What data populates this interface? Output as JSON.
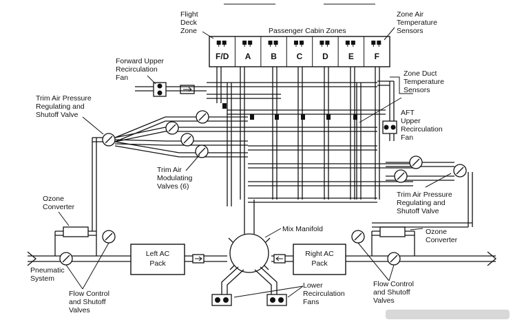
{
  "labels": {
    "flight_deck_zone": [
      "Flight",
      "Deck",
      "Zone"
    ],
    "passenger_cabin_zones": "Passenger Cabin Zones",
    "zone_air_temperature_sensors": [
      "Zone Air",
      "Temperature",
      "Sensors"
    ],
    "forward_upper_recirculation_fan": [
      "Forward Upper",
      "Recirculation",
      "Fan"
    ],
    "zone_duct_temperature_sensors": [
      "Zone Duct",
      "Temperature",
      "Sensors"
    ],
    "trim_air_prsov_left": [
      "Trim Air Pressure",
      "Regulating and",
      "Shutoff Valve"
    ],
    "aft_upper_recirculation_fan": [
      "AFT",
      "Upper",
      "Recirculation",
      "Fan"
    ],
    "trim_air_modulating_valves": [
      "Trim Air",
      "Modulating",
      "Valves (6)"
    ],
    "trim_air_prsov_right": [
      "Trim Air Pressure",
      "Regulating and",
      "Shutoff Valve"
    ],
    "ozone_converter_left": [
      "Ozone",
      "Converter"
    ],
    "mix_manifold": "Mix Manifold",
    "ozone_converter_right": [
      "Ozone",
      "Converter"
    ],
    "left_ac_pack": [
      "Left AC",
      "Pack"
    ],
    "right_ac_pack": [
      "Right AC",
      "Pack"
    ],
    "pneumatic_system": [
      "Pneumatic",
      "System"
    ],
    "flow_control_left": [
      "Flow Control",
      "and Shutoff",
      "Valves"
    ],
    "lower_recirculation_fans": [
      "Lower",
      "Recirculation",
      "Fans"
    ],
    "flow_control_right": [
      "Flow Control",
      "and Shutoff",
      "Valves"
    ]
  },
  "zones": [
    "F/D",
    "A",
    "B",
    "C",
    "D",
    "E",
    "F"
  ],
  "icons": {
    "fan": "fan-icon",
    "valve": "butterfly-valve-icon",
    "sensor": "temperature-sensor-icon",
    "flow_arrow": "flow-arrow-icon"
  },
  "colors": {
    "line": "#111111",
    "background": "#ffffff"
  }
}
